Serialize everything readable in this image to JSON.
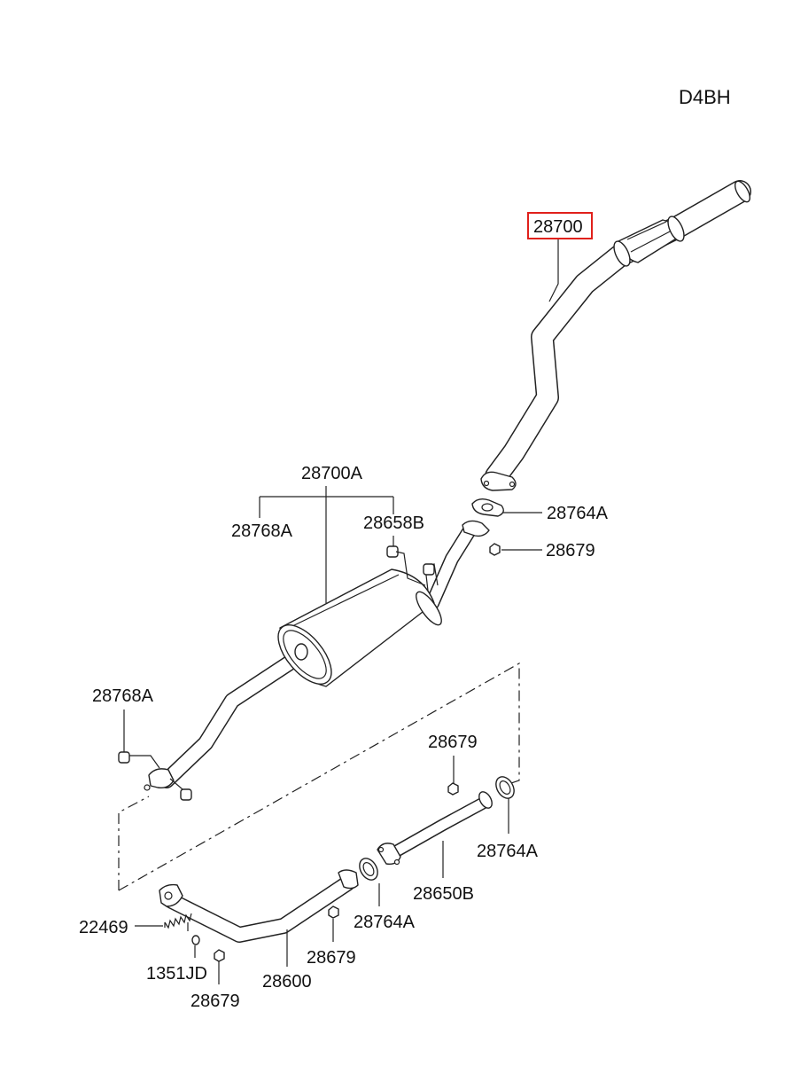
{
  "engine_code": "D4BH",
  "highlight_color": "#e0201b",
  "labels": {
    "p28700": "28700",
    "p28700A": "28700A",
    "p28768A_top": "28768A",
    "p28658B": "28658B",
    "p28764A_top": "28764A",
    "p28679_top": "28679",
    "p28768A_left": "28768A",
    "p28679_mid": "28679",
    "p28764A_right": "28764A",
    "p28650B": "28650B",
    "p28764A_mid": "28764A",
    "p22469": "22469",
    "p1351JD": "1351JD",
    "p28679_bottom_mid": "28679",
    "p28600": "28600",
    "p28679_bottom_left": "28679"
  },
  "highlighted_part": "28700"
}
